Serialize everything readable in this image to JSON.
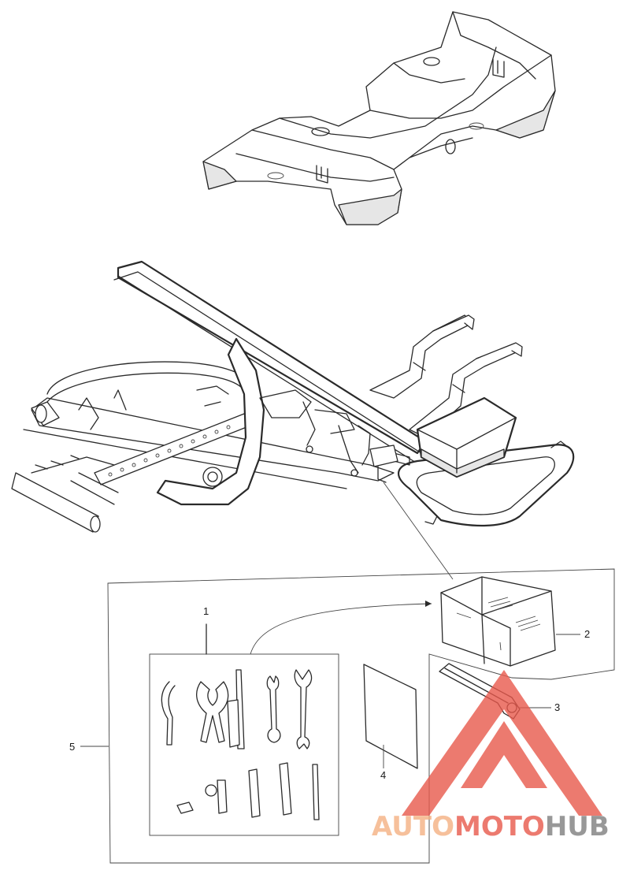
{
  "callouts": [
    {
      "id": "1",
      "label": "1"
    },
    {
      "id": "2",
      "label": "2"
    },
    {
      "id": "3",
      "label": "3"
    },
    {
      "id": "4",
      "label": "4"
    },
    {
      "id": "5",
      "label": "5"
    }
  ],
  "watermark": {
    "part1": "AUTO",
    "part2": "MOTO",
    "part3": "HUB",
    "color_part1": "#f4b183",
    "color_part2": "#e8594c",
    "color_part3": "#7f7f7f",
    "triangle_color": "#e8594c"
  }
}
